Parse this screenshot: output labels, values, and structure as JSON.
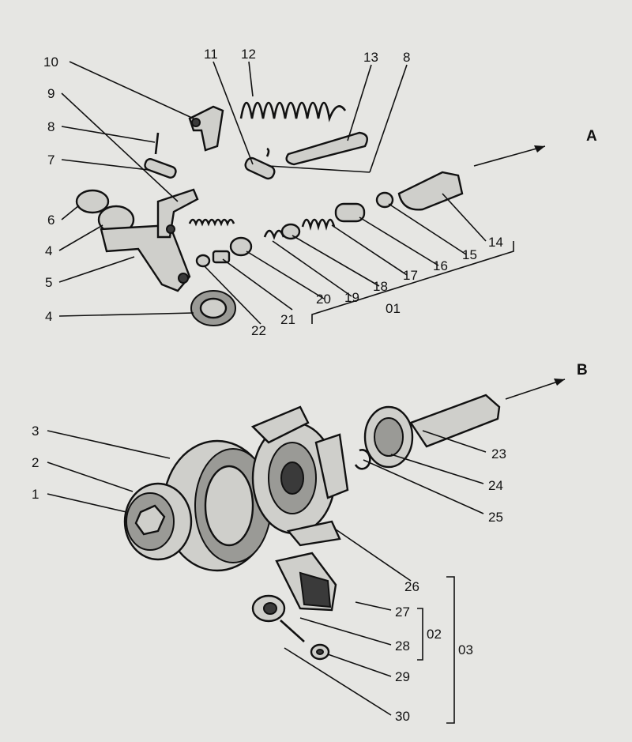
{
  "callouts": {
    "c10": "10",
    "c9": "9",
    "c8a": "8",
    "c7": "7",
    "c6": "6",
    "c4a": "4",
    "c5": "5",
    "c4b": "4",
    "c11": "11",
    "c12": "12",
    "c13": "13",
    "c8b": "8",
    "c14": "14",
    "c15": "15",
    "c16": "16",
    "c17": "17",
    "c18": "18",
    "c19": "19",
    "c20": "20",
    "c21": "21",
    "c22": "22",
    "c01": "01",
    "c3": "3",
    "c2": "2",
    "c1": "1",
    "c23": "23",
    "c24": "24",
    "c25": "25",
    "c26": "26",
    "c27": "27",
    "c28": "28",
    "c29": "29",
    "c30": "30",
    "c02": "02",
    "c03": "03"
  },
  "arrows": {
    "top": "A",
    "bottom": "B"
  }
}
